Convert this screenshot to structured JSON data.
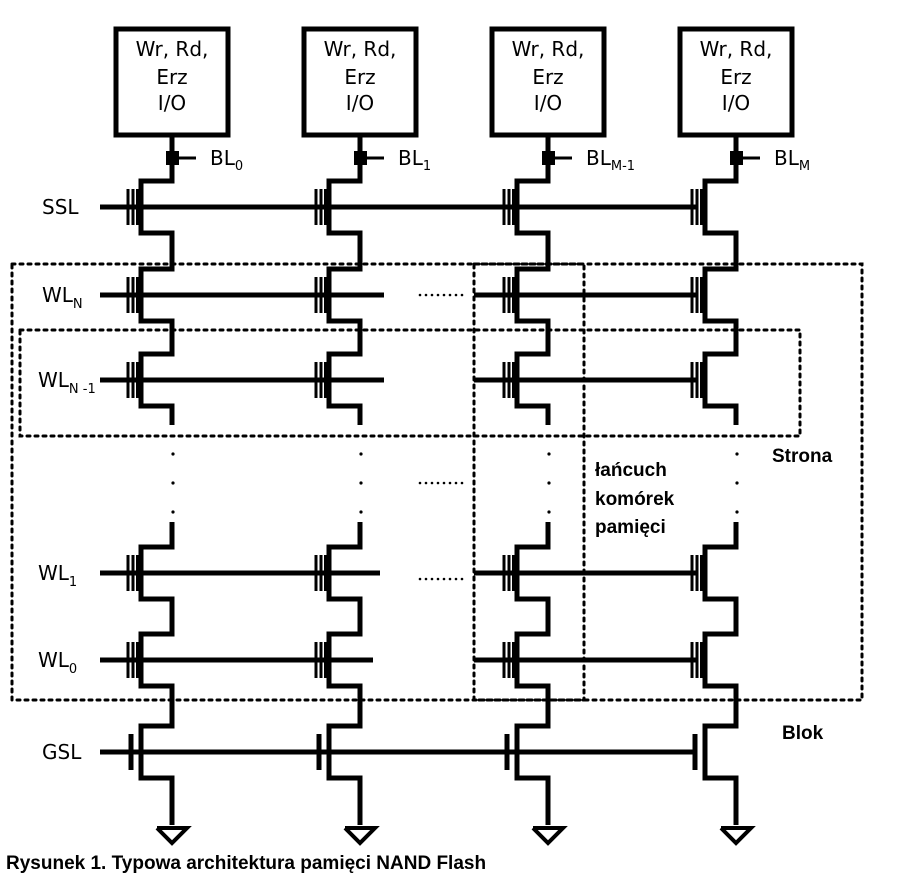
{
  "io_box": {
    "line1": "Wr, Rd,",
    "line2": "Erz",
    "line3": "I/O"
  },
  "bitlines": [
    {
      "base": "BL",
      "sub": "0"
    },
    {
      "base": "BL",
      "sub": "1"
    },
    {
      "base": "BL",
      "sub": "M-1"
    },
    {
      "base": "BL",
      "sub": "M"
    }
  ],
  "rows": [
    {
      "key": "ssl",
      "base": "SSL",
      "sub": "",
      "type": "select"
    },
    {
      "key": "wln",
      "base": "WL",
      "sub": "N",
      "type": "cell"
    },
    {
      "key": "wln1",
      "base": "WL",
      "sub": "N -1",
      "type": "cell"
    },
    {
      "key": "wl1",
      "base": "WL",
      "sub": "1",
      "type": "cell"
    },
    {
      "key": "wl0",
      "base": "WL",
      "sub": "0",
      "type": "cell"
    },
    {
      "key": "gsl",
      "base": "GSL",
      "sub": "",
      "type": "select"
    }
  ],
  "labels": {
    "strona": "Strona",
    "blok": "Blok",
    "chain_line1": "łańcuch",
    "chain_line2": "komórek",
    "chain_line3": "pamięci",
    "ellipsis_h": "........",
    "ellipsis_v": "."
  },
  "caption": "Rysunek 1. Typowa architektura pamięci NAND Flash"
}
